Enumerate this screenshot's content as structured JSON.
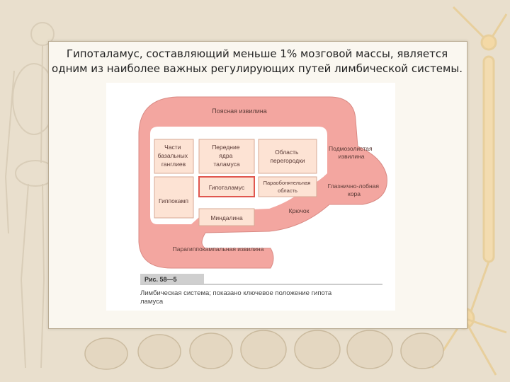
{
  "slide": {
    "title_line1": "Гипоталамус, составляющий меньше 1% мозговой массы, является",
    "title_line2": "одним из наиболее важных регулирующих путей лимбической системы."
  },
  "diagram": {
    "cingulate_gyrus": "Поясная извилина",
    "basal_ganglia": [
      "Части",
      "базальных",
      "ганглиев"
    ],
    "anterior_thalamus": [
      "Передние",
      "ядра",
      "таламуса"
    ],
    "septal_area": [
      "Область",
      "перегородки"
    ],
    "subcallosal_gyrus": [
      "Подмозолистая",
      "извилина"
    ],
    "hypothalamus": "Гипоталамус",
    "paraolfactory_area": [
      "Парaобонятельная",
      "область"
    ],
    "orbitofrontal_cortex": [
      "Глазнично-лобная",
      "кора"
    ],
    "hippocampus": "Гиппокамп",
    "uncus": "Крючок",
    "amygdala": "Миндалина",
    "parahippocampal_gyrus": "Парагиппокампальная извилина"
  },
  "caption": {
    "figure_label": "Рис. 58—5",
    "line1": "Лимбическая система; показано ключевое положение гипота",
    "line2": "ламуса"
  },
  "colors": {
    "limbic_ring": "#f3a6a0",
    "boxes": "#fde3d4",
    "hypothalamus_border": "#e0574f",
    "caption_bar": "#cfcfcf"
  }
}
